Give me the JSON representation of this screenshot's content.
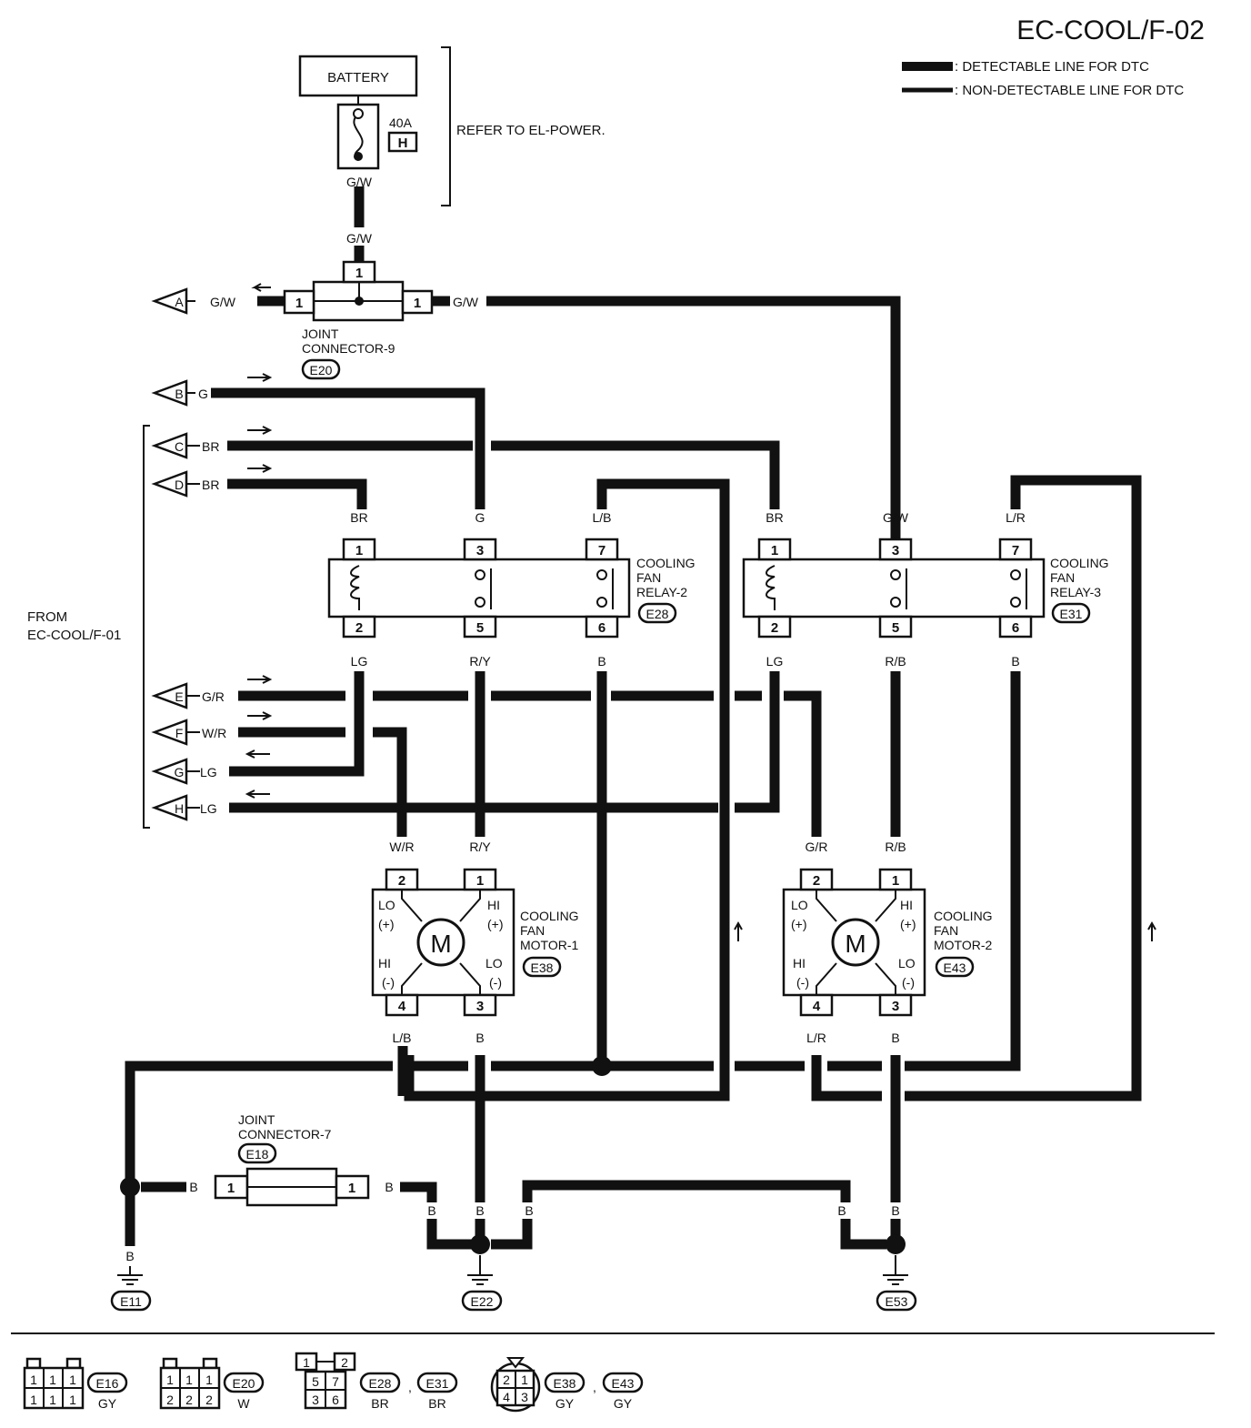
{
  "title": "EC-COOL/F-02",
  "legend": {
    "detectable": ": DETECTABLE LINE FOR DTC",
    "non_detectable": ": NON-DETECTABLE LINE FOR DTC"
  },
  "battery": {
    "label": "BATTERY",
    "fuse_rating": "40A",
    "fuse_id": "H",
    "wire": "G/W",
    "refer": "REFER TO EL-POWER."
  },
  "joint9": {
    "wire_in": "G/W",
    "pin": "1",
    "name1": "JOINT",
    "name2": "CONNECTOR-9",
    "code": "E20"
  },
  "connectors": {
    "A": "A",
    "B": "B",
    "C": "C",
    "D": "D",
    "E": "E",
    "F": "F",
    "G": "G",
    "H": "H"
  },
  "wires": {
    "a": "G/W",
    "a_right": "G/W",
    "b": "G",
    "c": "BR",
    "d": "BR",
    "e": "G/R",
    "f": "W/R",
    "g": "LG",
    "h": "LG"
  },
  "from_label1": "FROM",
  "from_label2": "EC-COOL/F-01",
  "relay2": {
    "name1": "COOLING",
    "name2": "FAN",
    "name3": "RELAY-2",
    "code": "E28",
    "top_wires": [
      "BR",
      "G",
      "L/B"
    ],
    "top_pins": [
      "1",
      "3",
      "7"
    ],
    "bot_pins": [
      "2",
      "5",
      "6"
    ],
    "bot_wires": [
      "LG",
      "R/Y",
      "B"
    ]
  },
  "relay3": {
    "name1": "COOLING",
    "name2": "FAN",
    "name3": "RELAY-3",
    "code": "E31",
    "top_wires": [
      "BR",
      "G/W",
      "L/R"
    ],
    "top_pins": [
      "1",
      "3",
      "7"
    ],
    "bot_pins": [
      "2",
      "5",
      "6"
    ],
    "bot_wires": [
      "LG",
      "R/B",
      "B"
    ]
  },
  "motor1": {
    "name1": "COOLING",
    "name2": "FAN",
    "name3": "MOTOR-1",
    "code": "E38",
    "top_wires": [
      "W/R",
      "R/Y"
    ],
    "top_pins": [
      "2",
      "1"
    ],
    "bot_pins": [
      "4",
      "3"
    ],
    "bot_wires": [
      "L/B",
      "B"
    ],
    "m": "M",
    "lo": "LO",
    "hi": "HI",
    "plus": "(+)",
    "minus": "(-)"
  },
  "motor2": {
    "name1": "COOLING",
    "name2": "FAN",
    "name3": "MOTOR-2",
    "code": "E43",
    "top_wires": [
      "G/R",
      "R/B"
    ],
    "top_pins": [
      "2",
      "1"
    ],
    "bot_pins": [
      "4",
      "3"
    ],
    "bot_wires": [
      "L/R",
      "B"
    ],
    "m": "M",
    "lo": "LO",
    "hi": "HI",
    "plus": "(+)",
    "minus": "(-)"
  },
  "joint7": {
    "name1": "JOINT",
    "name2": "CONNECTOR-7",
    "code": "E18",
    "pin": "1",
    "wire": "B"
  },
  "grounds": {
    "e11": "E11",
    "e22": "E22",
    "e53": "E53",
    "wire": "B"
  },
  "footer": {
    "e16": {
      "code": "E16",
      "color": "GY",
      "cells": [
        "1",
        "1",
        "1",
        "1",
        "1",
        "1"
      ]
    },
    "e20": {
      "code": "E20",
      "color": "W",
      "cells": [
        "1",
        "1",
        "1",
        "2",
        "2",
        "2"
      ]
    },
    "e28": {
      "code": "E28",
      "color": "BR",
      "cells": [
        "1",
        "2",
        "5",
        "7",
        "3",
        "6"
      ]
    },
    "e31": {
      "code": "E31",
      "color": "BR"
    },
    "e38": {
      "code": "E38",
      "color": "GY",
      "cells": [
        "2",
        "1",
        "4",
        "3"
      ]
    },
    "e43": {
      "code": "E43",
      "color": "GY"
    },
    "sep": ","
  }
}
